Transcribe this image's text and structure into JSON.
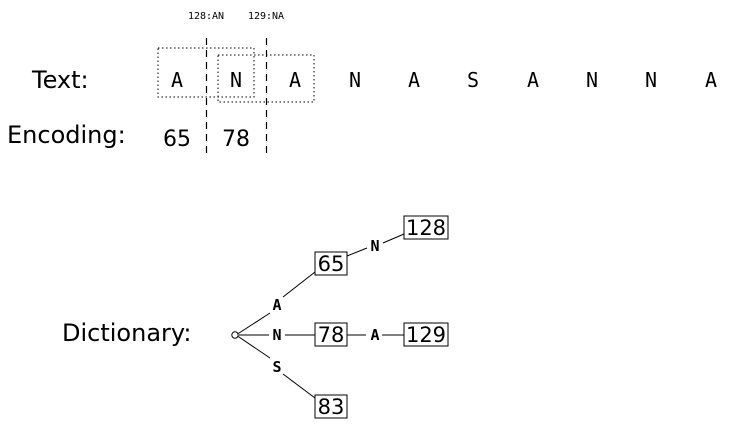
{
  "labels": {
    "text": "Text:",
    "encoding": "Encoding:",
    "dictionary": "Dictionary:"
  },
  "markers": [
    "128:AN",
    "129:NA"
  ],
  "text_chars": [
    "A",
    "N",
    "A",
    "N",
    "A",
    "S",
    "A",
    "N",
    "N",
    "A"
  ],
  "encoding_values": [
    "65",
    "78"
  ],
  "trie": {
    "nodes": {
      "n65": "65",
      "n78": "78",
      "n83": "83",
      "n128": "128",
      "n129": "129"
    },
    "edges": {
      "a": "A",
      "n": "N",
      "s": "S",
      "n65_n": "N",
      "n78_a": "A"
    }
  }
}
